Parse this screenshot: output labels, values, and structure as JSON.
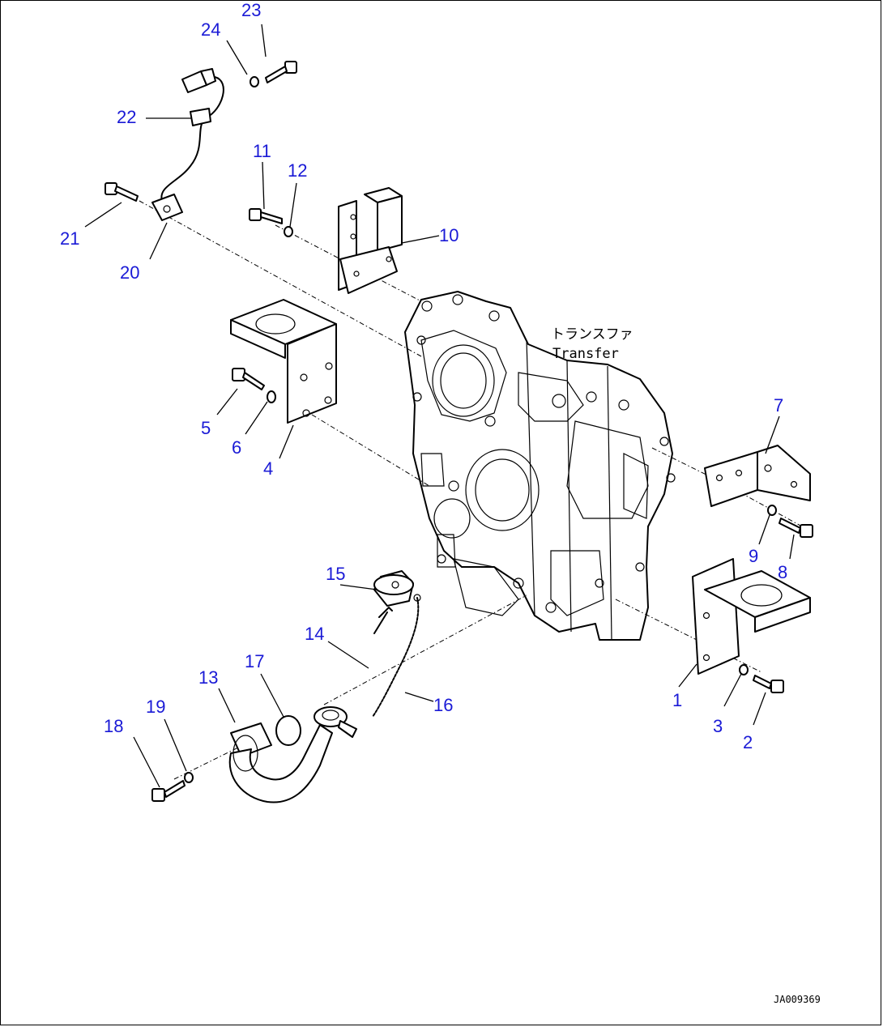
{
  "diagram": {
    "transfer_label_jp": "トランスファ",
    "transfer_label_en": "Transfer",
    "reference_code": "JA009369",
    "callouts": [
      "1",
      "2",
      "3",
      "4",
      "5",
      "6",
      "7",
      "8",
      "9",
      "10",
      "11",
      "12",
      "13",
      "14",
      "15",
      "16",
      "17",
      "18",
      "19",
      "20",
      "21",
      "22",
      "23",
      "24"
    ]
  }
}
